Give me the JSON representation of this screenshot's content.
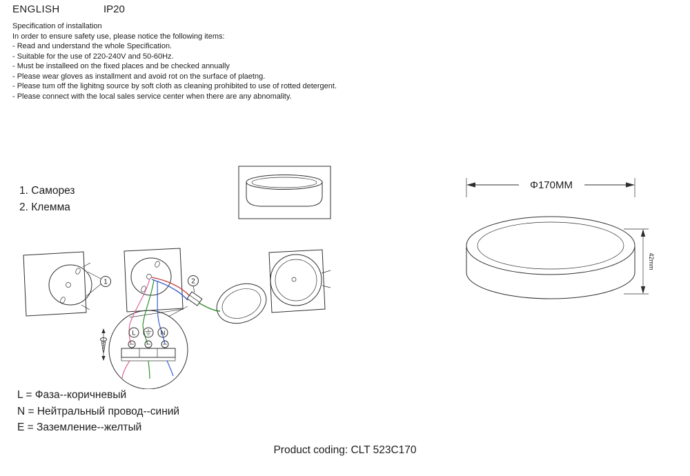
{
  "header": {
    "language": "ENGLISH",
    "ip_rating": "IP20"
  },
  "spec": {
    "title": "Specification of installation",
    "intro": "In order to ensure safety use, please notice the following items:",
    "items": [
      "- Read and understand the whole Specification.",
      "- Suitable for the use of 220-240V and 50-60Hz.",
      "- Must be installeed on the fixed places and be checked annually",
      "- Please wear gloves as installment and avoid rot on the surface of plaetng.",
      "- Please tum off the lighitng source by soft cloth as cleaning prohibited to use of rotted detergent.",
      "- Please connect with the local sales service center when there are any abnomality."
    ]
  },
  "parts": [
    "1. Саморез",
    "2. Клемма"
  ],
  "callouts": {
    "step1": "1",
    "step2": "2"
  },
  "dimensions": {
    "diameter": "Φ170MM",
    "height": "42mm"
  },
  "wiring": {
    "terminal_l": "L",
    "terminal_n": "N",
    "legend": [
      "L = Фаза--коричневый",
      "N = Нейтральный провод--синий",
      "E = Заземление--желтый"
    ]
  },
  "footer": {
    "product_coding": "Product coding: CLT 523C170"
  },
  "colors": {
    "line": "#2e2e2e",
    "wire_red": "#c23b3b",
    "wire_blue": "#3a5fd0",
    "wire_green": "#2f8f2f",
    "wire_pink": "#e0639a"
  }
}
